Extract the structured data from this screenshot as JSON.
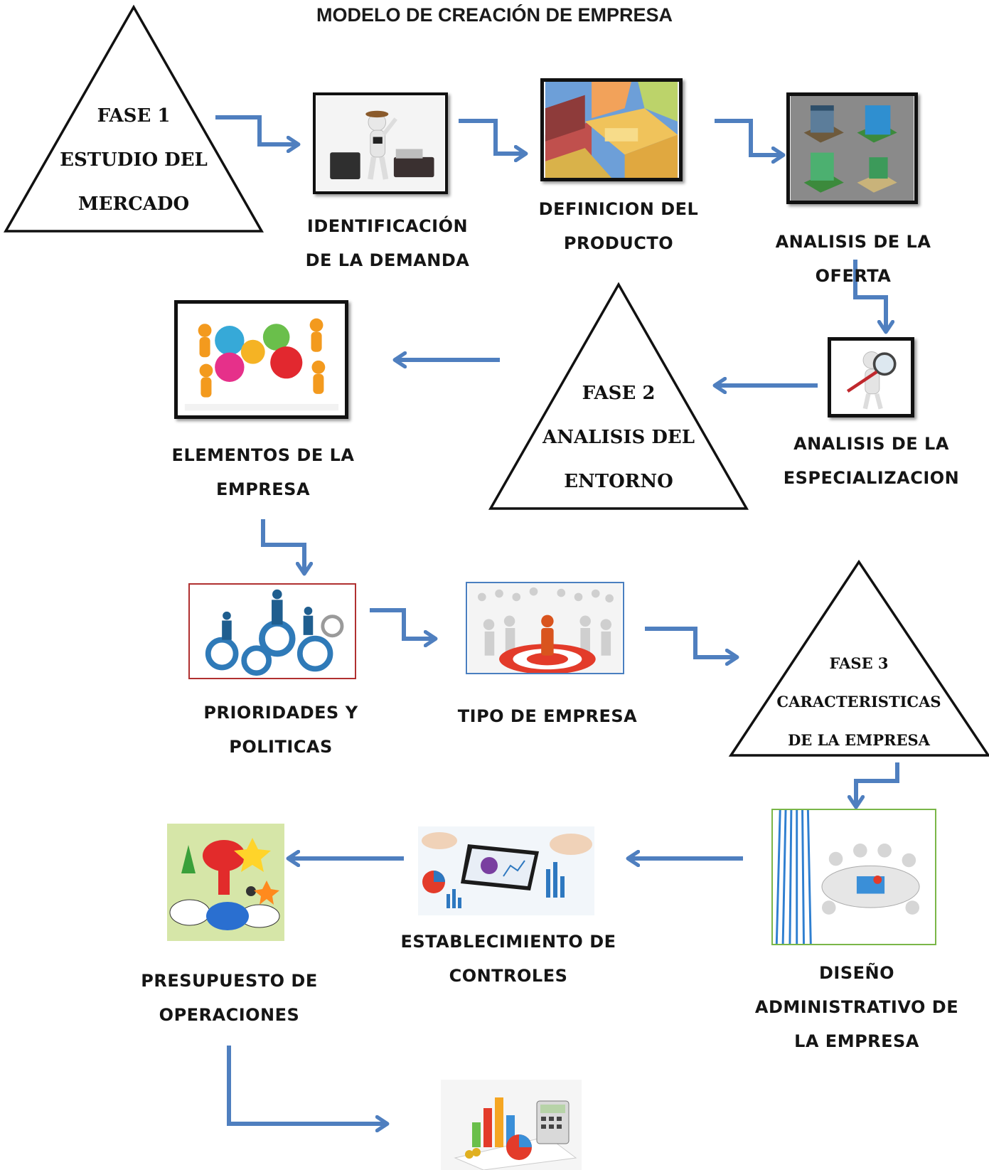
{
  "title": "MODELO DE CREACIÓN DE EMPRESA",
  "phases": [
    {
      "lines": [
        "FASE 1",
        "ESTUDIO DEL",
        "MERCADO"
      ]
    },
    {
      "lines": [
        "FASE 2",
        "ANALISIS DEL",
        "ENTORNO"
      ]
    },
    {
      "lines": [
        "FASE 3",
        "CARACTERISTICAS",
        "DE LA EMPRESA"
      ]
    }
  ],
  "steps": [
    {
      "lines": [
        "IDENTIFICACIÓN",
        "DE LA DEMANDA"
      ],
      "image": "explorer-with-luggage"
    },
    {
      "lines": [
        "DEFINICION DEL",
        "PRODUCTO"
      ],
      "image": "city-buildings"
    },
    {
      "lines": [
        "ANALISIS DE LA OFERTA"
      ],
      "image": "four-buildings"
    },
    {
      "lines": [
        "ANALISIS DE LA",
        "ESPECIALIZACION"
      ],
      "image": "magnifier-figure"
    },
    {
      "lines": [
        "ELEMENTOS DE LA",
        "EMPRESA"
      ],
      "image": "people-with-gears"
    },
    {
      "lines": [
        "PRIORIDADES Y",
        "POLITICAS"
      ],
      "image": "business-gears"
    },
    {
      "lines": [
        "TIPO DE EMPRESA"
      ],
      "image": "target-crowd"
    },
    {
      "lines": [
        "DISEÑO",
        "ADMINISTRATIVO DE",
        "LA EMPRESA"
      ],
      "image": "meeting-table"
    },
    {
      "lines": [
        "ESTABLECIMIENTO DE",
        "CONTROLES"
      ],
      "image": "tablet-charts"
    },
    {
      "lines": [
        "PRESUPUESTO DE",
        "OPERACIONES"
      ],
      "image": "comic-explosion"
    },
    {
      "lines": [],
      "image": "finance-charts-calculator"
    }
  ],
  "colors": {
    "arrow": "#4f7fbf",
    "triangle_stroke": "#111111"
  }
}
